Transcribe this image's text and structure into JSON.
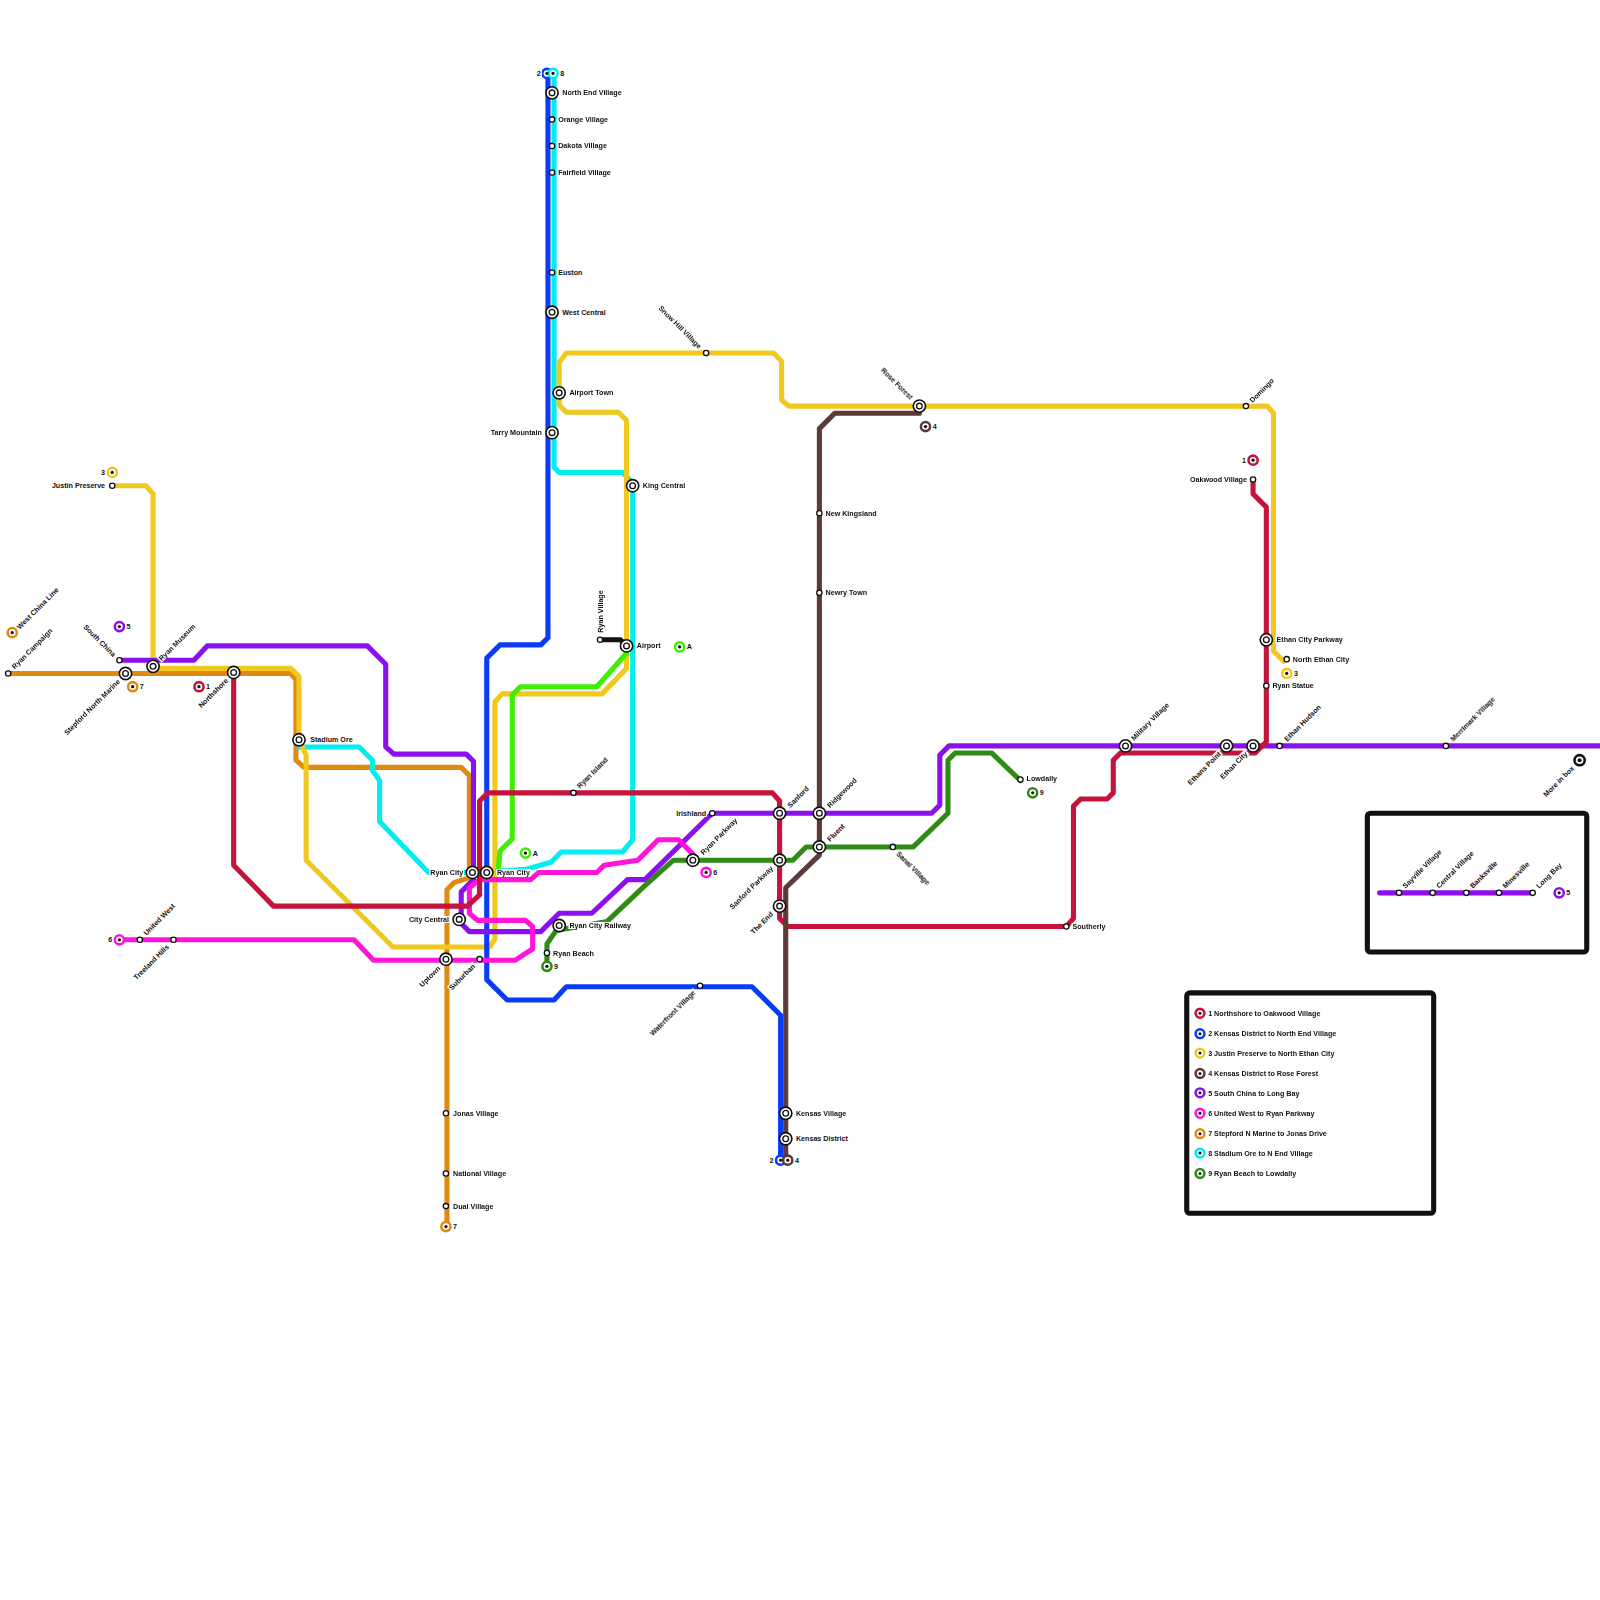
{
  "diagram": {
    "labels": [
      "2",
      "8",
      "North End Village",
      "Orange Village",
      "Dakota Village",
      "Fairfield Village",
      "Euston",
      "West Central",
      "Snow Hill Village",
      "Airport Town",
      "Tarry Mountain",
      "Rose Forest",
      "4",
      "Domingo",
      "1",
      "Oakwood Village",
      "3",
      "Justin Preserve",
      "King Central",
      "New Kingsland",
      "Newry Town",
      "West China Line",
      "Ryan Campaign",
      "5",
      "South China",
      "Ryan Museum",
      "Stepford North Marine",
      "7",
      "1",
      "Northshore",
      "Ryan Village",
      "Airport",
      "A",
      "Ethan City Parkway",
      "North Ethan City",
      "3",
      "Ryan Statue",
      "Stadium Ore",
      "Military Village",
      "Ethans Point",
      "Ethan City",
      "Ethan Hudson",
      "Merrimark Village",
      "More in box",
      "Lowdally",
      "9",
      "Ryan Island",
      "Irishland",
      "Sanford",
      "Ridgewood",
      "Fluent",
      "Ryan Parkway",
      "6",
      "Sanford Parkway",
      "Sanal Village",
      "A",
      "Ryan City",
      "Ryan City",
      "The End",
      "City Central",
      "Ryan City Railway",
      "Southerly",
      "6",
      "United West",
      "Treeland Hills",
      "Ryan Beach",
      "9",
      "Uptown",
      "Suburban",
      "Waterfront Village",
      "Jonas Village",
      "Kensas Village",
      "Kensas District",
      "National Village",
      "2",
      "4",
      "Dual Village",
      "7",
      "Sayville Village",
      "Central Village",
      "Banksville",
      "Minesville",
      "Long Bay",
      "5"
    ],
    "legend": [
      {
        "text": "1 Northshore to Oakwood Village",
        "color": "#c4143c"
      },
      {
        "text": "2 Kensas District to North End Village",
        "color": "#0a3cf5"
      },
      {
        "text": "3 Justin Preserve to North Ethan City",
        "color": "#f0c81e"
      },
      {
        "text": "4 Kensas District to Rose Forest",
        "color": "#5c3a3a"
      },
      {
        "text": "5 South China to Long Bay",
        "color": "#8a10f0"
      },
      {
        "text": "6 United West to Ryan Parkway",
        "color": "#ff14d8"
      },
      {
        "text": "7 Stepford N Marine to Jonas Drive",
        "color": "#e08a12"
      },
      {
        "text": "8 Stadium Ore to N End Village",
        "color": "#00eef0"
      },
      {
        "text": "9 Ryan Beach to Lowdally",
        "color": "#2e8b14"
      }
    ]
  }
}
